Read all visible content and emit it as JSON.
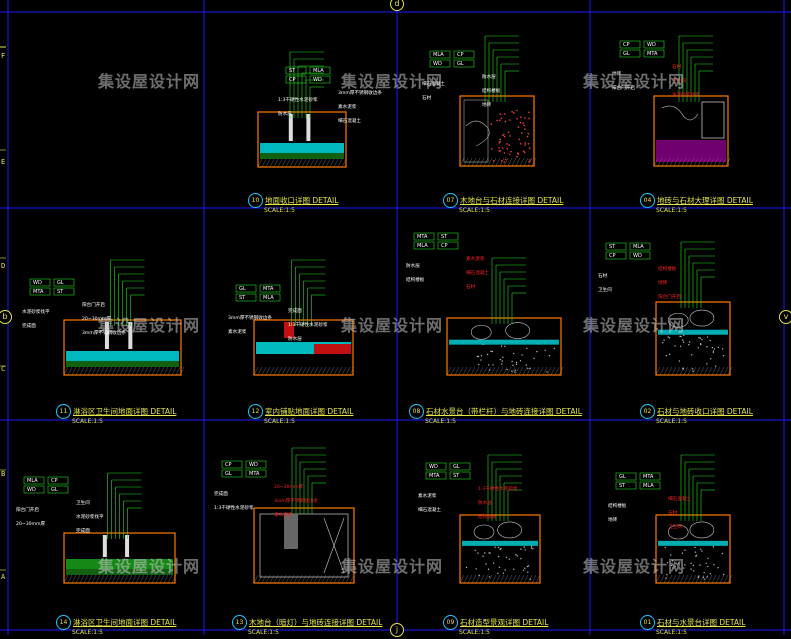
{
  "watermark": "集设屋设计网",
  "grid_bubbles": {
    "top": "d",
    "bottom": "j",
    "left": "b",
    "right": "v"
  },
  "row_letters": [
    "F",
    "E",
    "D",
    "C",
    "B",
    "A"
  ],
  "details": [
    {
      "num": "10",
      "title": "地面收口详图  DETAIL",
      "scale": "SCALE:1:5"
    },
    {
      "num": "07",
      "title": "木地台与石材连接详图  DETAIL",
      "scale": "SCALE:1:5"
    },
    {
      "num": "04",
      "title": "地砖与石材大理详图  DETAIL",
      "scale": "SCALE:1:5"
    },
    {
      "num": "11",
      "title": "淋浴区卫生间地面详图  DETAIL",
      "scale": "SCALE:1:5"
    },
    {
      "num": "12",
      "title": "室内铺贴地面详图  DETAIL",
      "scale": "SCALE:1:5"
    },
    {
      "num": "08",
      "title": "石材水景台（带栏杆）与地砖连接详图  DETAIL",
      "scale": "SCALE:1:5"
    },
    {
      "num": "02",
      "title": "石材与地砖收口详图  DETAIL",
      "scale": "SCALE:1:5"
    },
    {
      "num": "14",
      "title": "淋浴区卫生间地面详图  DETAIL",
      "scale": "SCALE:1:5"
    },
    {
      "num": "13",
      "title": "木地台（暗灯）与地砖连接详图  DETAIL",
      "scale": "SCALE:1:5"
    },
    {
      "num": "09",
      "title": "石材造型景观详图  DETAIL",
      "scale": "SCALE:1:5"
    },
    {
      "num": "01",
      "title": "石材与水景台详图  DETAIL",
      "scale": "SCALE:1:5"
    }
  ],
  "callouts": {
    "tags": [
      "ST",
      "MLA",
      "CP",
      "WD",
      "GL",
      "MTA"
    ],
    "notes": [
      "3mm厚不锈钢收边条",
      "1:3干硬性水泥砂浆",
      "素水泥浆",
      "防水层",
      "细石混凝土",
      "结构楼板",
      "石材",
      "地砖",
      "卫生间",
      "阳台门开启",
      "水泥砂浆找平",
      "20~30mm厚",
      "完成面"
    ]
  },
  "colors": {
    "background": "#000000",
    "grid": "#1a1aff",
    "text": "#e6e64a",
    "leader": "#22dd22",
    "section": "#ff7a00",
    "red_note": "#ff2020",
    "water": "#00d8e0",
    "magenta": "#e000e0"
  }
}
